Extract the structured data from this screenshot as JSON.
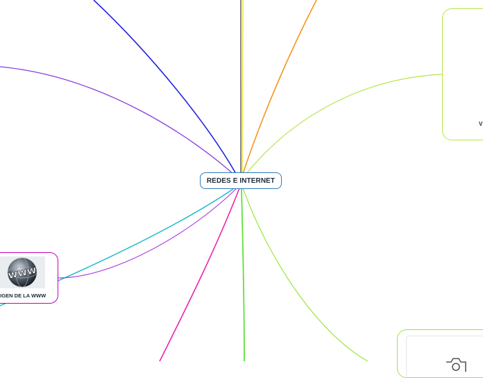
{
  "central_topic": "REDES E INTERNET",
  "branches": [
    {
      "id": "www",
      "label": "ORIGEN DE LA WWW",
      "color": "#c000c0",
      "icon": "www-globe-icon"
    },
    {
      "id": "right-top",
      "label": "V",
      "color": "#b6e64a"
    },
    {
      "id": "right-bottom",
      "label": "",
      "color": "#99e63c",
      "icon": "camera-icon"
    }
  ],
  "connector_colors": {
    "blue": "#2222dd",
    "violet": "#8a3de0",
    "grey": "#888888",
    "yellow": "#e8e030",
    "orange": "#f5941d",
    "lime": "#b6e64a",
    "green": "#5fe03a",
    "light_green": "#99e63c",
    "magenta": "#ee22aa",
    "cyan": "#1ab8c8",
    "purple": "#b040e0"
  }
}
